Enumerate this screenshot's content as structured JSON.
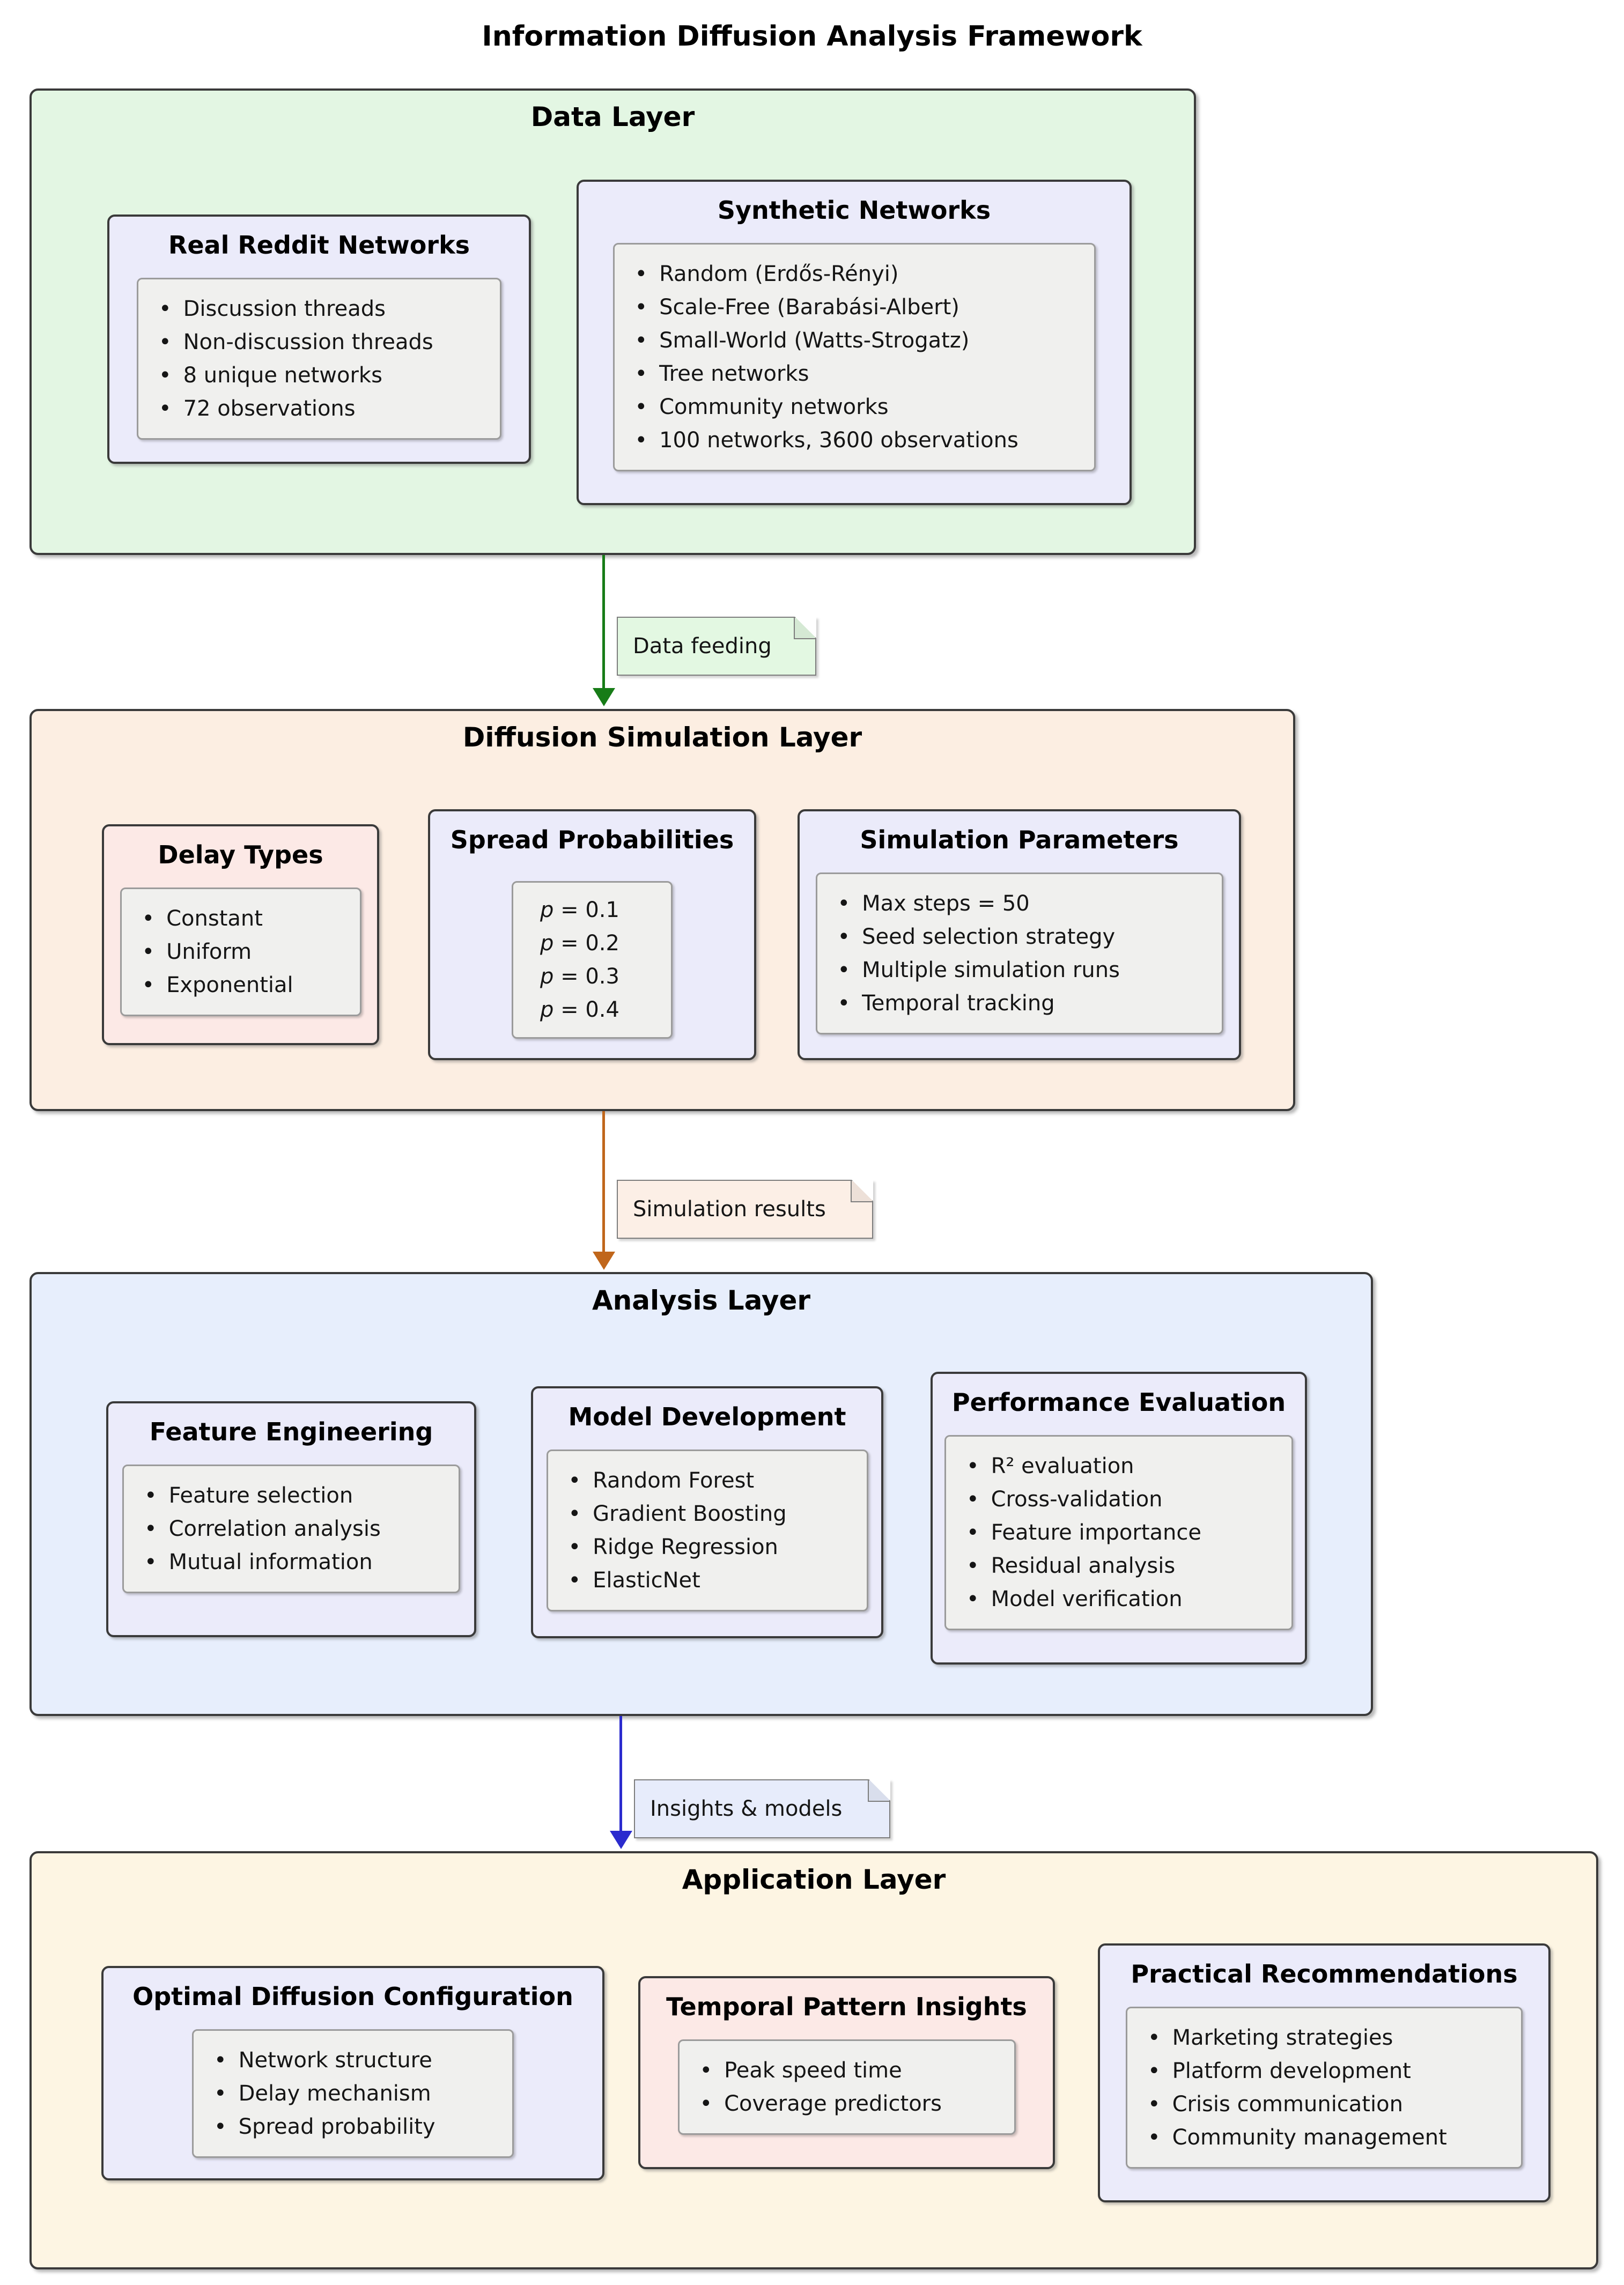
{
  "title": "Information Diffusion Analysis Framework",
  "layers": [
    {
      "name": "Data Layer",
      "components": [
        {
          "title": "Real Reddit Networks",
          "items": [
            "Discussion threads",
            "Non-discussion threads",
            "8 unique networks",
            "72 observations"
          ]
        },
        {
          "title": "Synthetic Networks",
          "items": [
            "Random (Erdős-Rényi)",
            "Scale-Free (Barabási-Albert)",
            "Small-World (Watts-Strogatz)",
            "Tree networks",
            "Community networks",
            "100 networks, 3600 observations"
          ]
        }
      ]
    },
    {
      "name": "Diffusion Simulation Layer",
      "components": [
        {
          "title": "Delay Types",
          "items": [
            "Constant",
            "Uniform",
            "Exponential"
          ]
        },
        {
          "title": "Spread Probabilities",
          "items": [
            "p = 0.1",
            "p = 0.2",
            "p = 0.3",
            "p = 0.4"
          ]
        },
        {
          "title": "Simulation Parameters",
          "items": [
            "Max steps = 50",
            "Seed selection strategy",
            "Multiple simulation runs",
            "Temporal tracking"
          ]
        }
      ]
    },
    {
      "name": "Analysis Layer",
      "components": [
        {
          "title": "Feature Engineering",
          "items": [
            "Feature selection",
            "Correlation analysis",
            "Mutual information"
          ]
        },
        {
          "title": "Model Development",
          "items": [
            "Random Forest",
            "Gradient Boosting",
            "Ridge Regression",
            "ElasticNet"
          ]
        },
        {
          "title": "Performance Evaluation",
          "items": [
            "R² evaluation",
            "Cross-validation",
            "Feature importance",
            "Residual analysis",
            "Model verification"
          ]
        }
      ]
    },
    {
      "name": "Application Layer",
      "components": [
        {
          "title": "Optimal Diffusion Configuration",
          "items": [
            "Network structure",
            "Delay mechanism",
            "Spread probability"
          ]
        },
        {
          "title": "Temporal Pattern Insights",
          "items": [
            "Peak speed time",
            "Coverage predictors"
          ]
        },
        {
          "title": "Practical Recommendations",
          "items": [
            "Marketing strategies",
            "Platform development",
            "Crisis communication",
            "Community management"
          ]
        }
      ]
    }
  ],
  "connectors": [
    {
      "label": "Data feeding",
      "color": "#177C17"
    },
    {
      "label": "Simulation results",
      "color": "#C0661B"
    },
    {
      "label": "Insights & models",
      "color": "#2B2BCE"
    }
  ],
  "colors": {
    "data_layer_bg": "#E3F6E3",
    "simulation_layer_bg": "#FCEEE2",
    "analysis_layer_bg": "#E7EEFC",
    "application_layer_bg": "#FDF5E3",
    "component_lavender_bg": "#EBEBFA",
    "component_pink_bg": "#FCE9E6",
    "list_box_bg": "#F0F0EE",
    "note_green_bg": "#E3F8E2",
    "note_peach_bg": "#FCEFE6",
    "note_blue_bg": "#E7ECFB",
    "arrow_green": "#177C17",
    "arrow_orange": "#C0661B",
    "arrow_blue": "#2B2BCE"
  }
}
